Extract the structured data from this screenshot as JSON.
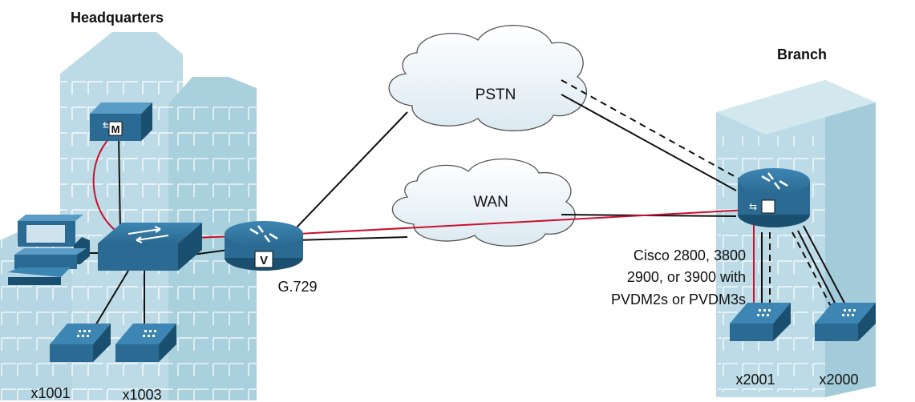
{
  "sites": {
    "headquarters": "Headquarters",
    "branch": "Branch"
  },
  "clouds": {
    "pstn": "PSTN",
    "wan": "WAN"
  },
  "devices": {
    "call_manager_letter": "M",
    "voice_router_letter": "V"
  },
  "labels": {
    "codec": "G.729",
    "branch_router_lines": [
      "Cisco 2800, 3800",
      "2900, or 3900 with",
      "PVDM2s or PVDM3s"
    ]
  },
  "extensions": {
    "hq_phone_1": "x1001",
    "hq_phone_2": "x1003",
    "branch_phone_1": "x2001",
    "branch_phone_2": "x2000"
  },
  "colors": {
    "building_face": "#a9d0dd",
    "building_side": "#bcdbe6",
    "device_blue": "#2b6a92",
    "device_dark": "#1b4f70",
    "voice_path": "#c8102e",
    "link": "#111111"
  }
}
